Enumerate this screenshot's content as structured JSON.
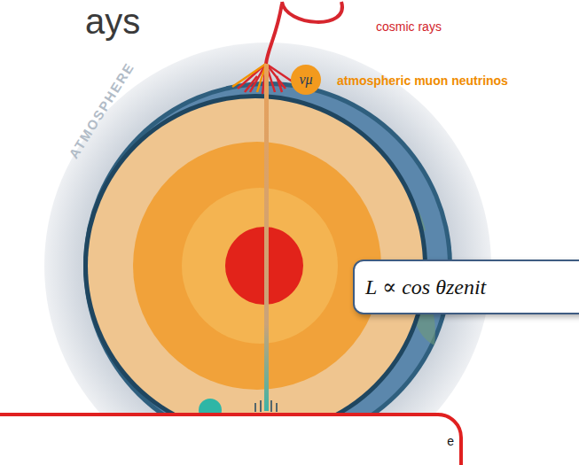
{
  "diagram": {
    "title": "ays",
    "nodes": [
      {
        "text": [
          "νμ"
        ]
      },
      {
        "text": [
          "L ∝ cos θzenit"
        ]
      },
      {
        "text": [
          "e"
        ]
      }
    ],
    "labels": [
      "cosmic rays",
      "atmospheric muon neutrinos",
      "ATMOSPHERE"
    ]
  }
}
